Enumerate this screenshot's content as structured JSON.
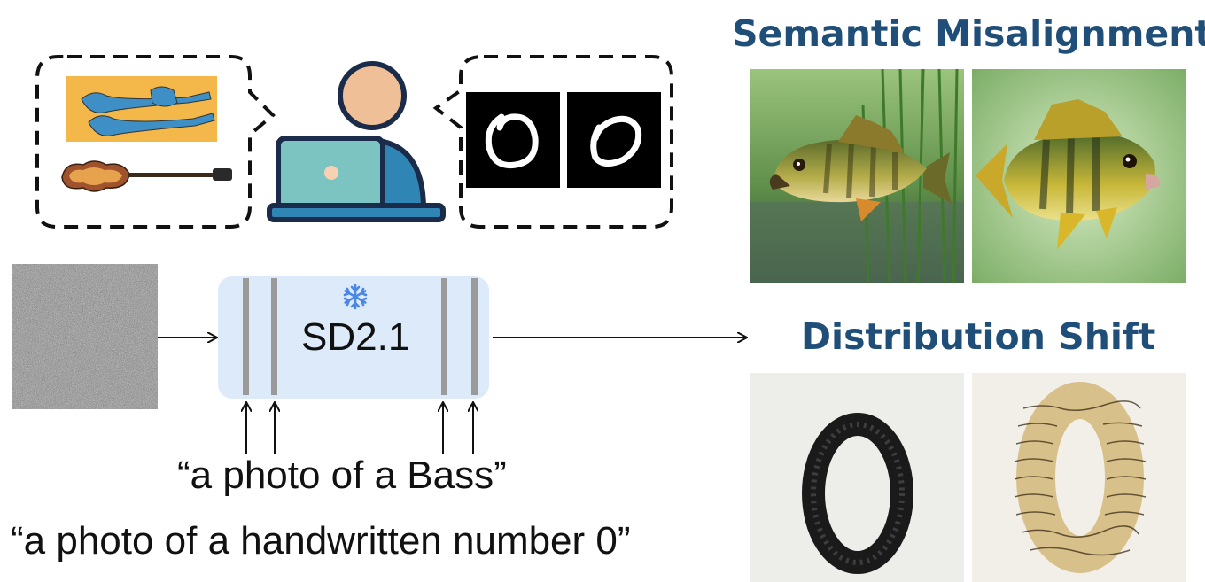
{
  "headings": {
    "semantic": "Semantic Misalignment",
    "distribution": "Distribution Shift"
  },
  "model": {
    "label": "SD2.1",
    "frozen_icon": "snowflake-icon"
  },
  "prompts": {
    "bass": "“a photo of a Bass”",
    "handwritten": "“a photo of a handwritten number 0”"
  },
  "icons": {
    "user": "user-at-laptop-icon",
    "noise": "noise-image",
    "guitars": "bass-guitar-images",
    "digits": "handwritten-zero-images"
  },
  "colors": {
    "heading": "#1f4e79",
    "model_box": "#dceafa",
    "model_bar": "#9a9a9a",
    "snowflake": "#4a86e8",
    "person_skin": "#efbf98",
    "person_shirt": "#2f86b4",
    "laptop": "#7cc4c1"
  }
}
